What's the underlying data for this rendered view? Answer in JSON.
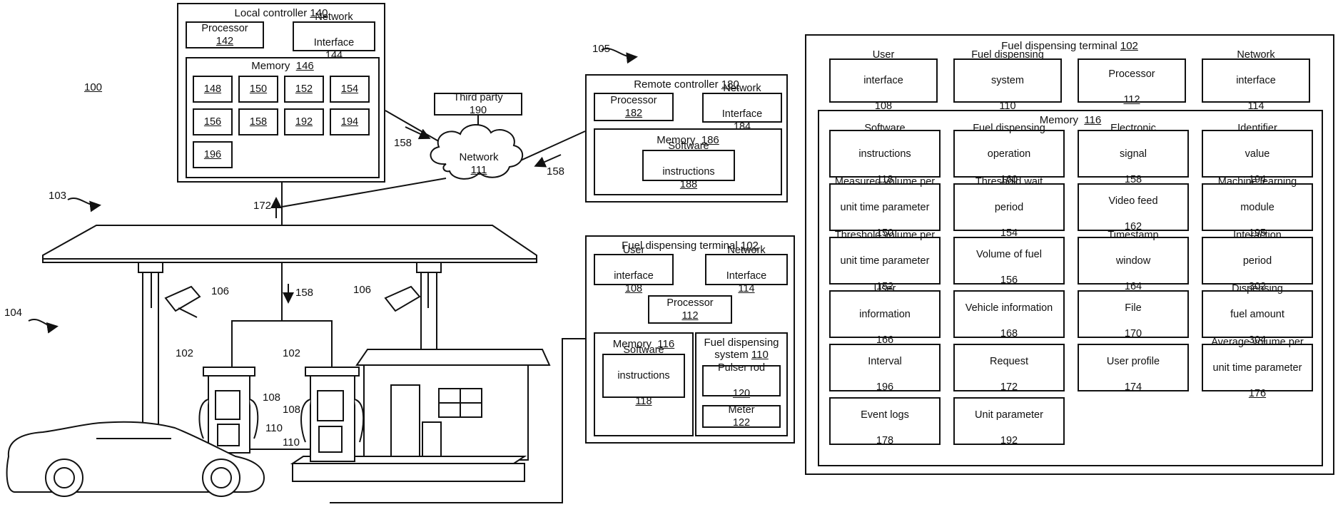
{
  "figure_ref": "100",
  "local_controller": {
    "title": "Local controller",
    "num": "140",
    "processor": {
      "label": "Processor",
      "num": "142"
    },
    "network_interface": {
      "line1": "Network",
      "line2": "Interface",
      "num": "144"
    },
    "memory": {
      "label": "Memory",
      "num": "146"
    },
    "memory_items": [
      "148",
      "150",
      "152",
      "154",
      "156",
      "158",
      "192",
      "194",
      "196"
    ]
  },
  "network": {
    "label": "Network",
    "num": "111"
  },
  "third_party": {
    "label": "Third party",
    "num": "190"
  },
  "remote_controller": {
    "ref": "105",
    "title": "Remote controller",
    "num": "180",
    "processor": {
      "label": "Processor",
      "num": "182"
    },
    "network_interface": {
      "line1": "Network",
      "line2": "Interface",
      "num": "184"
    },
    "memory": {
      "label": "Memory",
      "num": "186"
    },
    "software": {
      "line1": "Software",
      "line2": "instructions",
      "num": "188"
    }
  },
  "connection_labels": {
    "c158_left": "158",
    "c158_right": "158",
    "c172": "172",
    "c158_down": "158"
  },
  "station_labels": {
    "station_ref": "103",
    "area_ref": "104",
    "camera_left": "106",
    "camera_right": "106",
    "pump_left": "102",
    "pump_right": "102",
    "ui_left": "108",
    "ui_right": "108",
    "meter_left": "110",
    "meter_right": "110"
  },
  "fdt_middle": {
    "title": "Fuel dispensing terminal",
    "num": "102",
    "user_interface": {
      "line1": "User",
      "line2": "interface",
      "num": "108"
    },
    "network_interface": {
      "line1": "Network",
      "line2": "Interface",
      "num": "114"
    },
    "processor": {
      "label": "Processor",
      "num": "112"
    },
    "memory": {
      "label": "Memory",
      "num": "116"
    },
    "software": {
      "line1": "Software",
      "line2": "instructions",
      "num": "118"
    },
    "fuel_system": {
      "line1": "Fuel dispensing",
      "line2": "system",
      "num": "110"
    },
    "pulser_rod": {
      "label": "Pulser rod",
      "num": "120"
    },
    "meter": {
      "label": "Meter",
      "num": "122"
    }
  },
  "fdt_right": {
    "title": "Fuel dispensing terminal",
    "num": "102",
    "top": [
      {
        "line1": "User",
        "line2": "interface",
        "num": "108"
      },
      {
        "line1": "Fuel dispensing",
        "line2": "system",
        "num": "110"
      },
      {
        "line1": "",
        "line2": "Processor",
        "num": "112"
      },
      {
        "line1": "Network",
        "line2": "interface",
        "num": "114"
      }
    ],
    "memory": {
      "label": "Memory",
      "num": "116"
    },
    "grid": [
      {
        "line1": "Software",
        "line2": "instructions",
        "num": "118"
      },
      {
        "line1": "Fuel dispensing",
        "line2": "operation",
        "num": "160"
      },
      {
        "line1": "Electronic",
        "line2": "signal",
        "num": "158"
      },
      {
        "line1": "Identifier",
        "line2": "value",
        "num": "194"
      },
      {
        "line1": "Measured volume per",
        "line2": "unit time parameter",
        "num": "150"
      },
      {
        "line1": "Threshold wait",
        "line2": "period",
        "num": "154"
      },
      {
        "line1": "",
        "line2": "Video feed",
        "num": "162"
      },
      {
        "line1": "Machine learning",
        "line2": "module",
        "num": "195"
      },
      {
        "line1": "Threshold volume per",
        "line2": "unit time parameter",
        "num": "152"
      },
      {
        "line1": "",
        "line2": "Volume of fuel",
        "num": "156"
      },
      {
        "line1": "Timestamp",
        "line2": "window",
        "num": "164"
      },
      {
        "line1": "Interaction",
        "line2": "period",
        "num": "302"
      },
      {
        "line1": "User",
        "line2": "information",
        "num": "166"
      },
      {
        "line1": "",
        "line2": "Vehicle information",
        "num": "168"
      },
      {
        "line1": "",
        "line2": "File",
        "num": "170"
      },
      {
        "line1": "Dispensing",
        "line2": "fuel amount",
        "num": "304"
      },
      {
        "line1": "",
        "line2": "Interval",
        "num": "196"
      },
      {
        "line1": "",
        "line2": "Request",
        "num": "172"
      },
      {
        "line1": "",
        "line2": "User profile",
        "num": "174"
      },
      {
        "line1": "Average volume per",
        "line2": "unit time parameter",
        "num": "176"
      },
      {
        "line1": "",
        "line2": "Event logs",
        "num": "178"
      },
      {
        "line1": "",
        "line2": "Unit parameter",
        "num": "192"
      }
    ]
  }
}
